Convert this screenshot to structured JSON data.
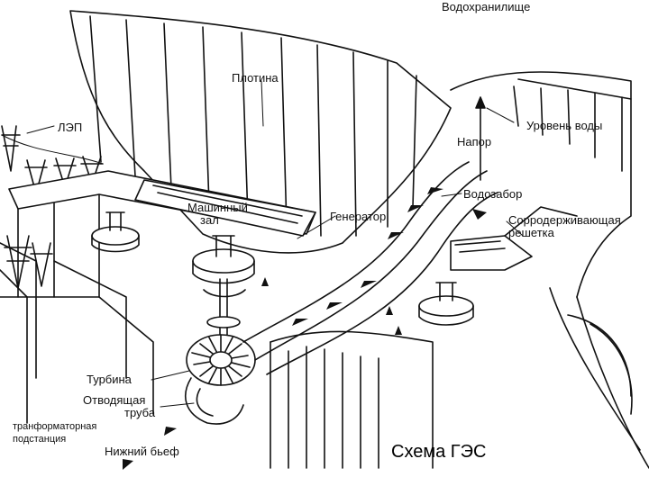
{
  "diagram": {
    "labels": {
      "reservoir": "Водохранилище",
      "dam": "Плотина",
      "power_line": "ЛЭП",
      "head": "Напор",
      "water_level": "Уровень воды",
      "water_intake": "Водозабор",
      "machine_hall_line1": "Машинный",
      "machine_hall_line2": "зал",
      "generator": "Генератор",
      "trash_rack_line1": "Сорродерживающая",
      "trash_rack_line2": "решетка",
      "turbine": "Турбина",
      "draft_tube_line1": "Отводящая",
      "draft_tube_line2": "труба",
      "substation_line1": "транформаторная",
      "substation_line2": "подстанция",
      "tailwater": "Нижний бьеф",
      "caption": "Схема ГЭС"
    },
    "colors": {
      "ink": "#111111",
      "background": "#ffffff",
      "penstock_arrows": "#111111"
    }
  }
}
